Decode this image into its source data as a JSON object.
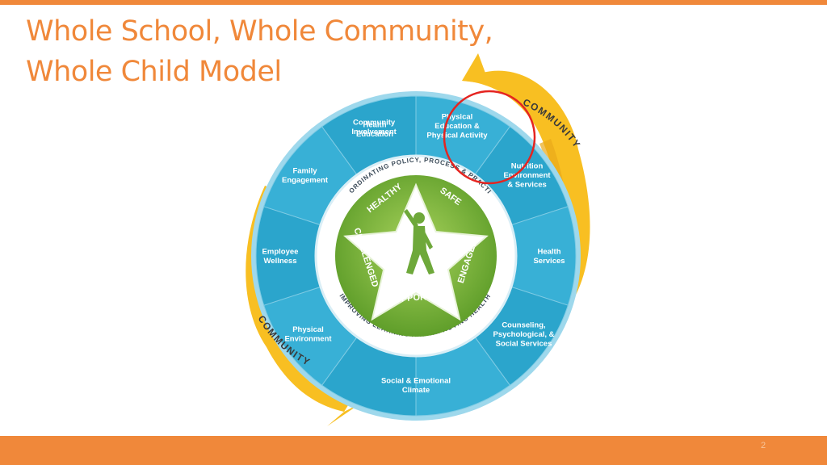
{
  "slide": {
    "title_line1": "Whole School, Whole Community,",
    "title_line2": "Whole Child Model",
    "page_number": "2"
  },
  "model": {
    "outer_label_top": "COMMUNITY",
    "outer_label_bottom": "COMMUNITY",
    "ring_top": "COORDINATING POLICY, PROCESS & PRACTICE",
    "ring_bottom": "IMPROVING LEARNING AND IMPROVING HEALTH",
    "tenets": [
      "HEALTHY",
      "SAFE",
      "ENGAGED",
      "SUPPORTED",
      "CHALLENGED"
    ],
    "components": [
      [
        "Health",
        "Education"
      ],
      [
        "Physical",
        "Education &",
        "Physical Activity"
      ],
      [
        "Nutrition",
        "Environment",
        "& Services"
      ],
      [
        "Health",
        "Services"
      ],
      [
        "Counseling,",
        "Psychological, &",
        "Social Services"
      ],
      [
        "Social & Emotional",
        "Climate"
      ],
      [
        "Physical",
        "Environment"
      ],
      [
        "Employee",
        "Wellness"
      ],
      [
        "Family",
        "Engagement"
      ],
      [
        "Community",
        "Involvement"
      ]
    ],
    "highlighted_component": "Physical Education & Physical Activity"
  },
  "colors": {
    "accent_orange": "#f0883a",
    "community_yellow": "#f8bf22",
    "wheel_blue": "#39afd2",
    "center_green": "#7bb93a",
    "highlight_red": "#e52420"
  }
}
